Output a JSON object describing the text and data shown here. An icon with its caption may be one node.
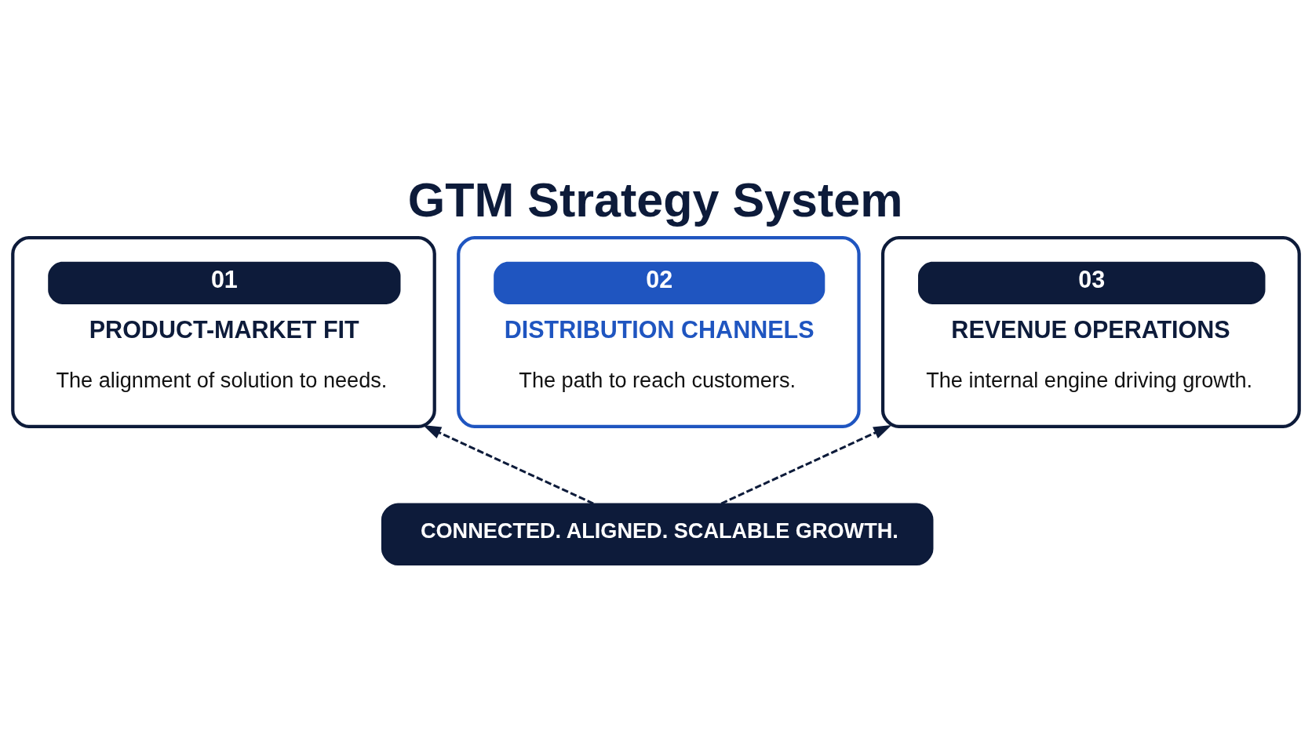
{
  "diagram": {
    "title": "GTM Strategy System",
    "nodes": [
      {
        "text": [
          "01",
          "PRODUCT-MARKET FIT",
          "The alignment of solution to needs."
        ]
      },
      {
        "text": [
          "02",
          "DISTRIBUTION CHANNELS",
          "The path to reach customers."
        ]
      },
      {
        "text": [
          "03",
          "REVENUE OPERATIONS",
          "The internal engine driving growth."
        ]
      },
      {
        "text": [
          "CONNECTED. ALIGNED. SCALABLE GROWTH."
        ]
      }
    ],
    "edges": [
      {
        "from": 3,
        "to": 0,
        "arrow": "to",
        "style": "dashed"
      },
      {
        "from": 3,
        "to": 2,
        "arrow": "to",
        "style": "dashed"
      }
    ]
  }
}
